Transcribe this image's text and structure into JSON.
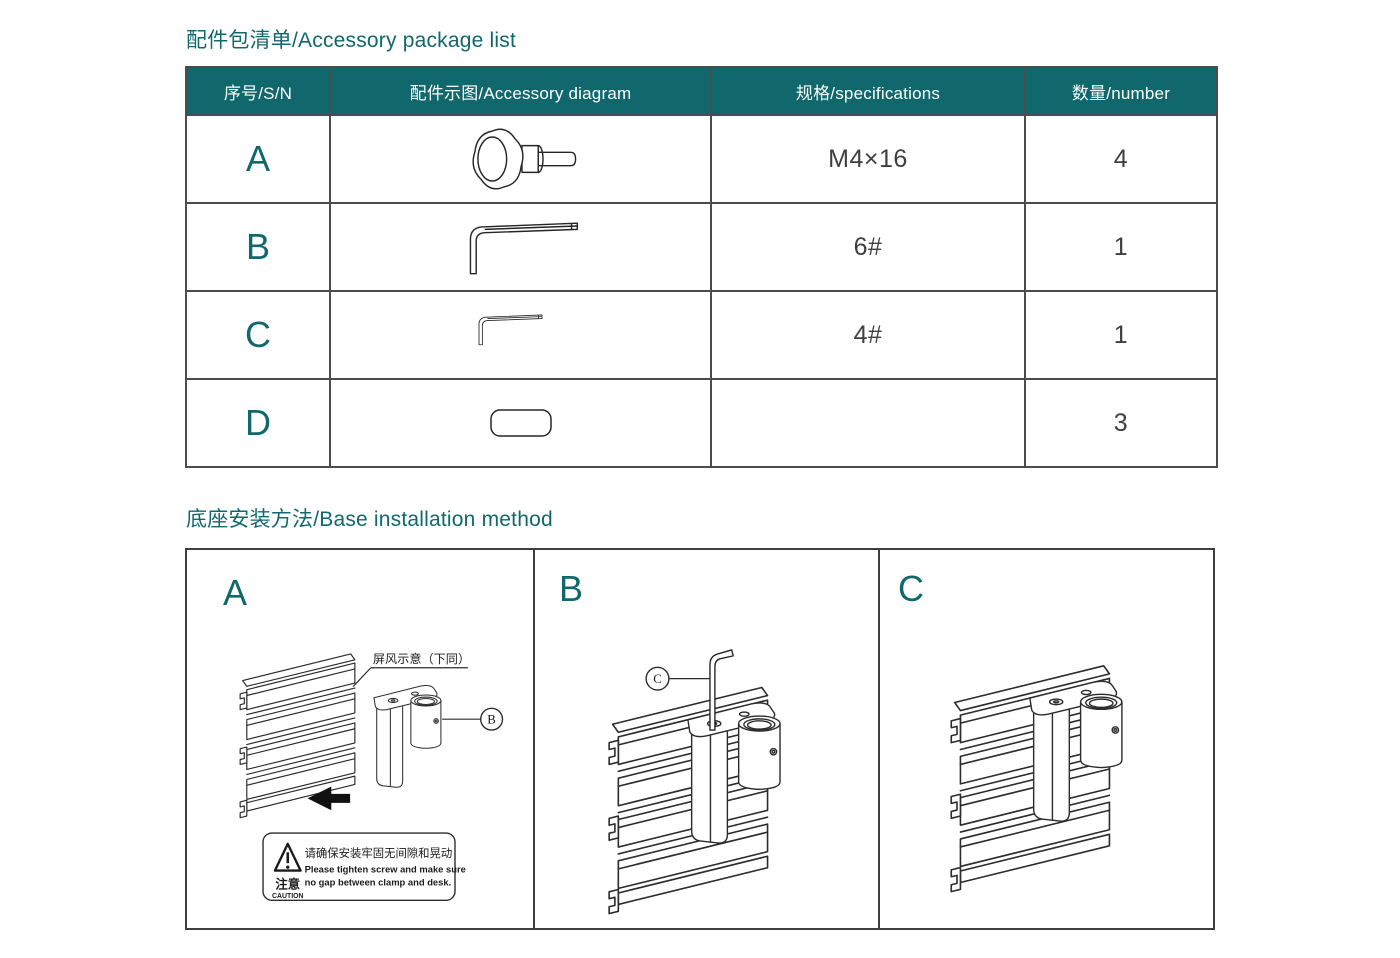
{
  "colors": {
    "accent_teal": "#10686d",
    "header_bg": "#10686d",
    "header_text": "#fdfdfd",
    "table_border": "#4c4c4e",
    "body_text": "#3f3f41",
    "diagram_line": "#2c2c2c"
  },
  "section_accessories": {
    "title": "配件包清单/Accessory package list",
    "table": {
      "headers": [
        {
          "label": "序号/S/N"
        },
        {
          "label": "配件示图/Accessory diagram"
        },
        {
          "label": "规格/specifications"
        },
        {
          "label": "数量/number"
        }
      ],
      "rows": [
        {
          "sn": "A",
          "diagram_icon": "knob-screw-icon",
          "spec": "M4×16",
          "qty": "4"
        },
        {
          "sn": "B",
          "diagram_icon": "hex-key-large-icon",
          "spec": "6#",
          "qty": "1"
        },
        {
          "sn": "C",
          "diagram_icon": "hex-key-small-icon",
          "spec": "4#",
          "qty": "1"
        },
        {
          "sn": "D",
          "diagram_icon": "clamp-pad-icon",
          "spec": "",
          "qty": "3"
        }
      ]
    }
  },
  "section_installation": {
    "title": "底座安装方法/Base installation method",
    "steps": [
      {
        "label": "A",
        "screen_note": "屏风示意（下同）",
        "part_callout": "B",
        "caution": {
          "warning_zh": "注意",
          "warning_en": "CAUTION",
          "text_zh": "请确保安装牢固无间隙和晃动",
          "text_en_line1": "Please tighten screw and make sure",
          "text_en_line2": "no gap between clamp and desk."
        }
      },
      {
        "label": "B",
        "tool_callout": "C"
      },
      {
        "label": "C"
      }
    ]
  }
}
